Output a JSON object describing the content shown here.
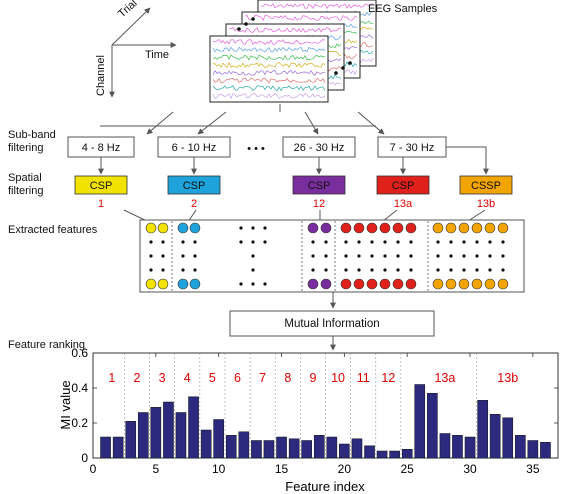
{
  "axes3d": {
    "trial": "Trial",
    "time": "Time",
    "channel": "Channel"
  },
  "eeg_label": "EEG Samples",
  "ellipsis": "• • •",
  "row_labels": {
    "subband": [
      "Sub-band",
      "filtering"
    ],
    "spatial": [
      "Spatial",
      "filtering"
    ],
    "extracted": "Extracted features",
    "ranking": "Feature ranking"
  },
  "filters": [
    "4 - 8 Hz",
    "6 - 10 Hz",
    "26 - 30 Hz",
    "7 - 30 Hz"
  ],
  "csp_blocks": [
    {
      "label": "CSP",
      "index": "1",
      "color": "#f2e200"
    },
    {
      "label": "CSP",
      "index": "2",
      "color": "#1fa3dc"
    },
    {
      "label": "CSP",
      "index": "12",
      "color": "#7a2d9c"
    },
    {
      "label": "CSP",
      "index": "13a",
      "color": "#e0201b"
    },
    {
      "label": "CSSP",
      "index": "13b",
      "color": "#f2a400"
    }
  ],
  "mutual_info": "Mutual Information",
  "colors": {
    "navy": "#2b2a7e",
    "red": "#e00000"
  },
  "chart_data": {
    "type": "bar",
    "xlabel": "Feature index",
    "ylabel": "MI value",
    "ylim": [
      0,
      0.6
    ],
    "xlim": [
      0,
      37
    ],
    "yticks": [
      "0",
      "0.2",
      "0.4",
      "0.6"
    ],
    "xticks": [
      "0",
      "5",
      "10",
      "15",
      "20",
      "25",
      "30",
      "35"
    ],
    "band_labels": [
      "1",
      "2",
      "3",
      "4",
      "5",
      "6",
      "7",
      "8",
      "9",
      "10",
      "11",
      "12",
      "13a",
      "13b"
    ],
    "x": [
      1,
      2,
      3,
      4,
      5,
      6,
      7,
      8,
      9,
      10,
      11,
      12,
      13,
      14,
      15,
      16,
      17,
      18,
      19,
      20,
      21,
      22,
      23,
      24,
      25,
      26,
      27,
      28,
      29,
      30,
      31,
      32,
      33,
      34,
      35,
      36
    ],
    "values": [
      0.12,
      0.12,
      0.21,
      0.26,
      0.29,
      0.32,
      0.26,
      0.35,
      0.16,
      0.22,
      0.13,
      0.15,
      0.1,
      0.1,
      0.12,
      0.11,
      0.1,
      0.13,
      0.12,
      0.08,
      0.11,
      0.07,
      0.04,
      0.04,
      0.05,
      0.42,
      0.37,
      0.14,
      0.13,
      0.12,
      0.33,
      0.25,
      0.23,
      0.13,
      0.1,
      0.09
    ]
  }
}
